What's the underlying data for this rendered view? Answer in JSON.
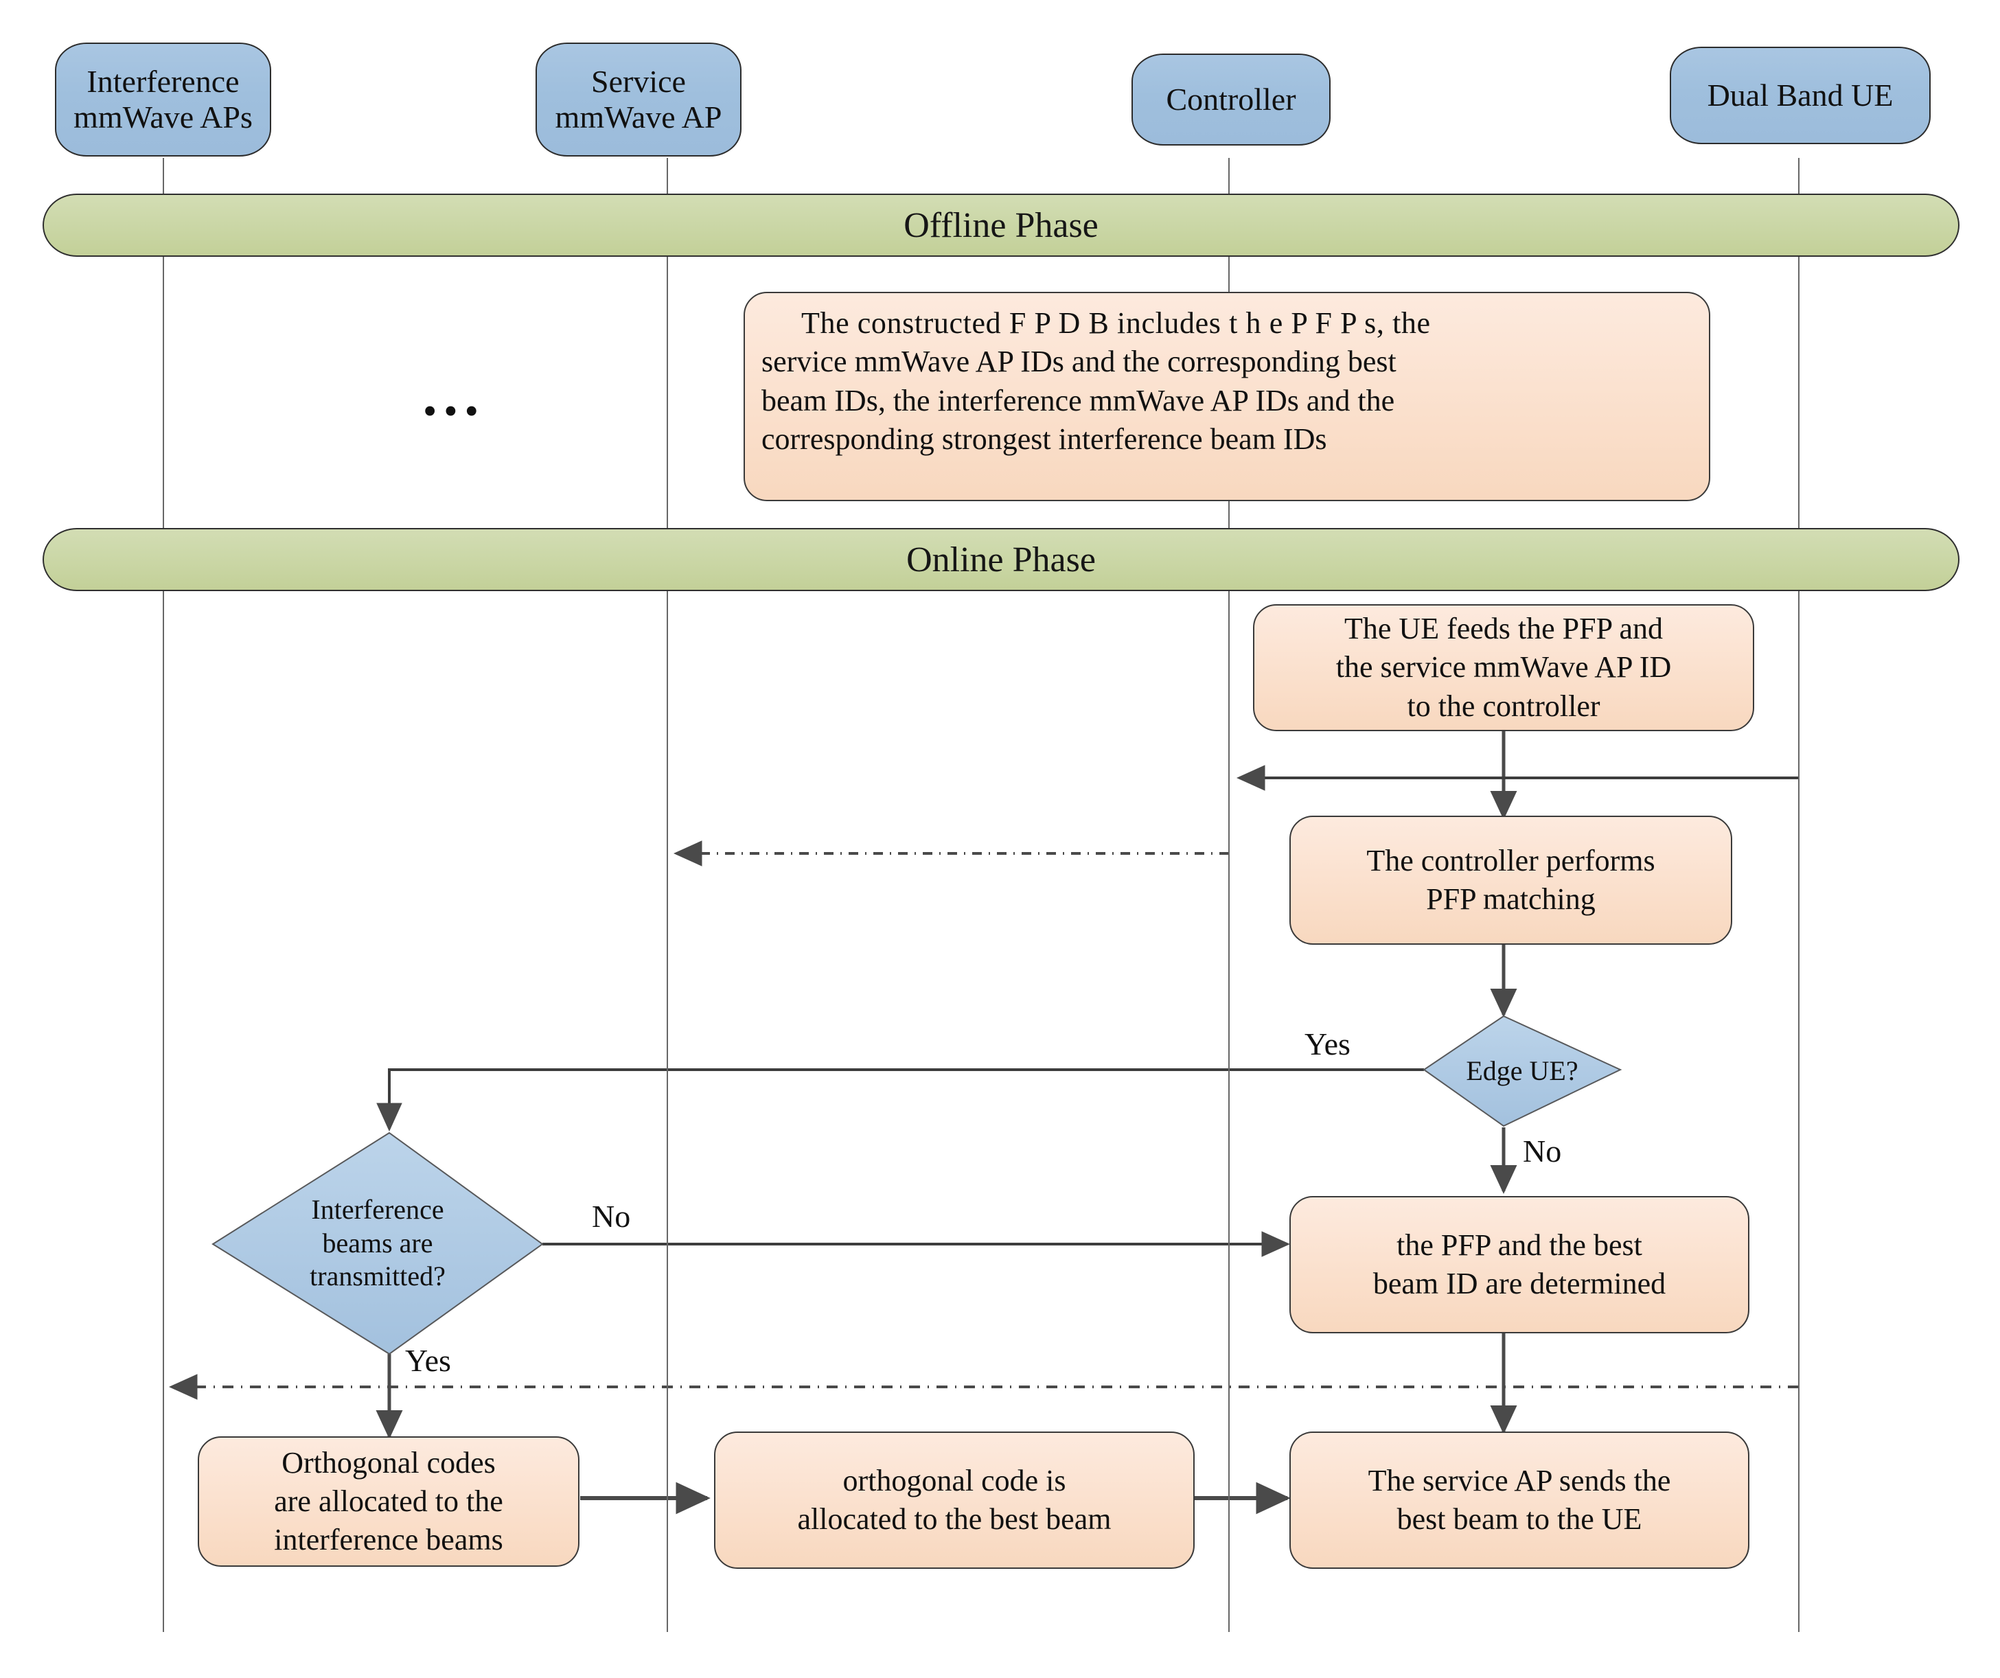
{
  "diagram": {
    "title": "Offline/Online phase sequence-activity diagram",
    "colors": {
      "lifeline_fill": "#a3c2de",
      "phase_fill": "#ccd8a9",
      "process_fill": "#fae1cf",
      "decision_fill": "#a9c6e2",
      "stroke": "#2f2f2f"
    }
  },
  "lifelines": [
    {
      "id": "interference-aps",
      "label": "Interference\nmmWave APs",
      "label_line1": "Interference",
      "label_line2": "mmWave APs"
    },
    {
      "id": "service-ap",
      "label": "Service\nmmWave AP",
      "label_line1": "Service",
      "label_line2": "mmWave AP"
    },
    {
      "id": "controller",
      "label": "Controller",
      "label_line1": "Controller",
      "label_line2": ""
    },
    {
      "id": "dual-band-ue",
      "label": "Dual Band UE",
      "label_line1": "Dual Band UE",
      "label_line2": ""
    }
  ],
  "phases": [
    {
      "id": "offline",
      "label": "Offline Phase"
    },
    {
      "id": "online",
      "label": "Online Phase"
    }
  ],
  "offline": {
    "ellipsis": "•••",
    "fpdb_note": {
      "id": "fpdb-note",
      "text": "The constructed FPDB includes the PFPs, the service mmWave AP IDs and the corresponding best beam IDs, the interference mmWave AP IDs and the corresponding strongest interference beam IDs",
      "lines": [
        "The constructed  F P D B  includes  t h e  P F P s,  the",
        "service mmWave AP IDs and the corresponding best",
        "beam IDs, the interference mmWave AP IDs and the",
        "corresponding strongest interference beam IDs"
      ]
    }
  },
  "online": {
    "nodes": [
      {
        "id": "ue-feeds-pfp",
        "type": "process",
        "text": "The UE feeds the PFP and the service mmWave AP ID to the controller",
        "lines": [
          "The UE feeds the PFP and",
          "the service mmWave AP ID",
          "to the controller"
        ]
      },
      {
        "id": "controller-pfp-matching",
        "type": "process",
        "text": "The controller performs PFP matching",
        "lines": [
          "The controller performs",
          "PFP matching"
        ]
      },
      {
        "id": "edge-ue-decision",
        "type": "decision",
        "text": "Edge UE?",
        "lines": [
          "Edge UE?"
        ]
      },
      {
        "id": "interference-beams-decision",
        "type": "decision",
        "text": "Interference beams are transmitted?",
        "lines": [
          "Interference",
          "beams are",
          "transmitted?"
        ]
      },
      {
        "id": "pfp-best-beam-determined",
        "type": "process",
        "text": "the PFP and the best beam ID are determined",
        "lines": [
          "the PFP and the best",
          "beam ID are determined"
        ]
      },
      {
        "id": "orthogonal-codes-interference",
        "type": "process",
        "text": "Orthogonal codes are allocated to the interference beams",
        "lines": [
          "Orthogonal codes",
          "are allocated to the",
          "interference beams"
        ]
      },
      {
        "id": "orthogonal-code-best-beam",
        "type": "process",
        "text": "orthogonal code is allocated to the best beam",
        "lines": [
          "orthogonal code is",
          "allocated to the best beam"
        ]
      },
      {
        "id": "service-ap-sends-best-beam",
        "type": "process",
        "text": "The service AP sends the best beam to the UE",
        "lines": [
          "The service AP sends the",
          "best beam to the UE"
        ]
      }
    ],
    "edge_labels": [
      {
        "id": "edge-ue-yes",
        "text": "Yes"
      },
      {
        "id": "edge-ue-no",
        "text": "No"
      },
      {
        "id": "interference-no",
        "text": "No"
      },
      {
        "id": "interference-yes",
        "text": "Yes"
      }
    ]
  }
}
